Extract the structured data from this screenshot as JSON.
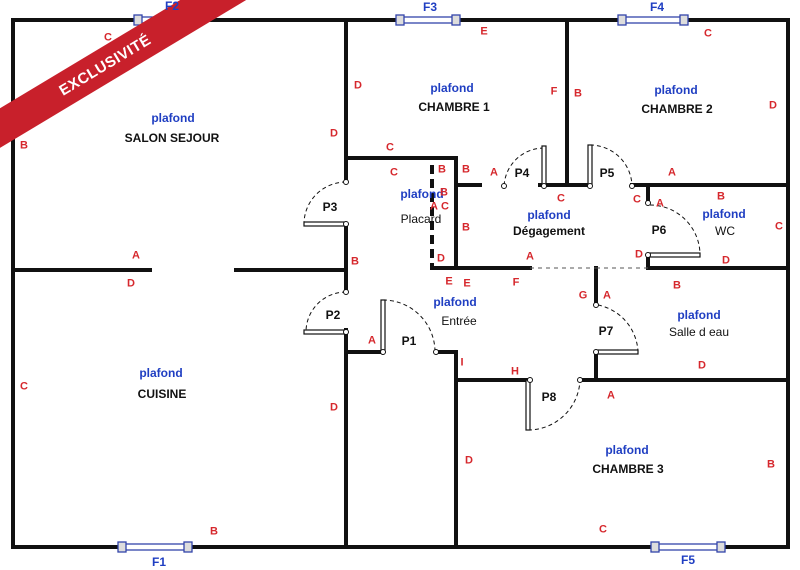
{
  "banner": "EXCLUSIVITÉ",
  "ceiling_label": "plafond",
  "rooms": [
    {
      "id": "salon",
      "name": "SALON SEJOUR"
    },
    {
      "id": "chambre1",
      "name": "CHAMBRE 1"
    },
    {
      "id": "chambre2",
      "name": "CHAMBRE 2"
    },
    {
      "id": "placard",
      "name": "Placard"
    },
    {
      "id": "degagement",
      "name": "Dégagement"
    },
    {
      "id": "wc",
      "name": "WC"
    },
    {
      "id": "entree",
      "name": "Entrée"
    },
    {
      "id": "salle_eau",
      "name": "Salle d eau"
    },
    {
      "id": "cuisine",
      "name": "CUISINE"
    },
    {
      "id": "chambre3",
      "name": "CHAMBRE 3"
    }
  ],
  "doors": [
    "P1",
    "P2",
    "P3",
    "P4",
    "P5",
    "P6",
    "P7",
    "P8"
  ],
  "windows": [
    "F1",
    "F2",
    "F3",
    "F4",
    "F5"
  ],
  "wall_letters": [
    "C",
    "D",
    "A",
    "D",
    "B",
    "C",
    "D",
    "E",
    "F",
    "D",
    "B",
    "C",
    "D",
    "C",
    "B",
    "A",
    "B",
    "B",
    "C",
    "A",
    "C",
    "B",
    "B",
    "A",
    "C",
    "D",
    "E",
    "F",
    "D",
    "B",
    "D",
    "E",
    "A",
    "G",
    "A",
    "B",
    "A",
    "I",
    "D",
    "H",
    "A",
    "D",
    "B",
    "C",
    "C",
    "B",
    "C",
    "A"
  ],
  "colors": {
    "walls": "#111111",
    "letters": "#d6282d",
    "ceiling": "#1f3ec2",
    "banner": "#c8202b",
    "window_frame": "#3344aa"
  }
}
